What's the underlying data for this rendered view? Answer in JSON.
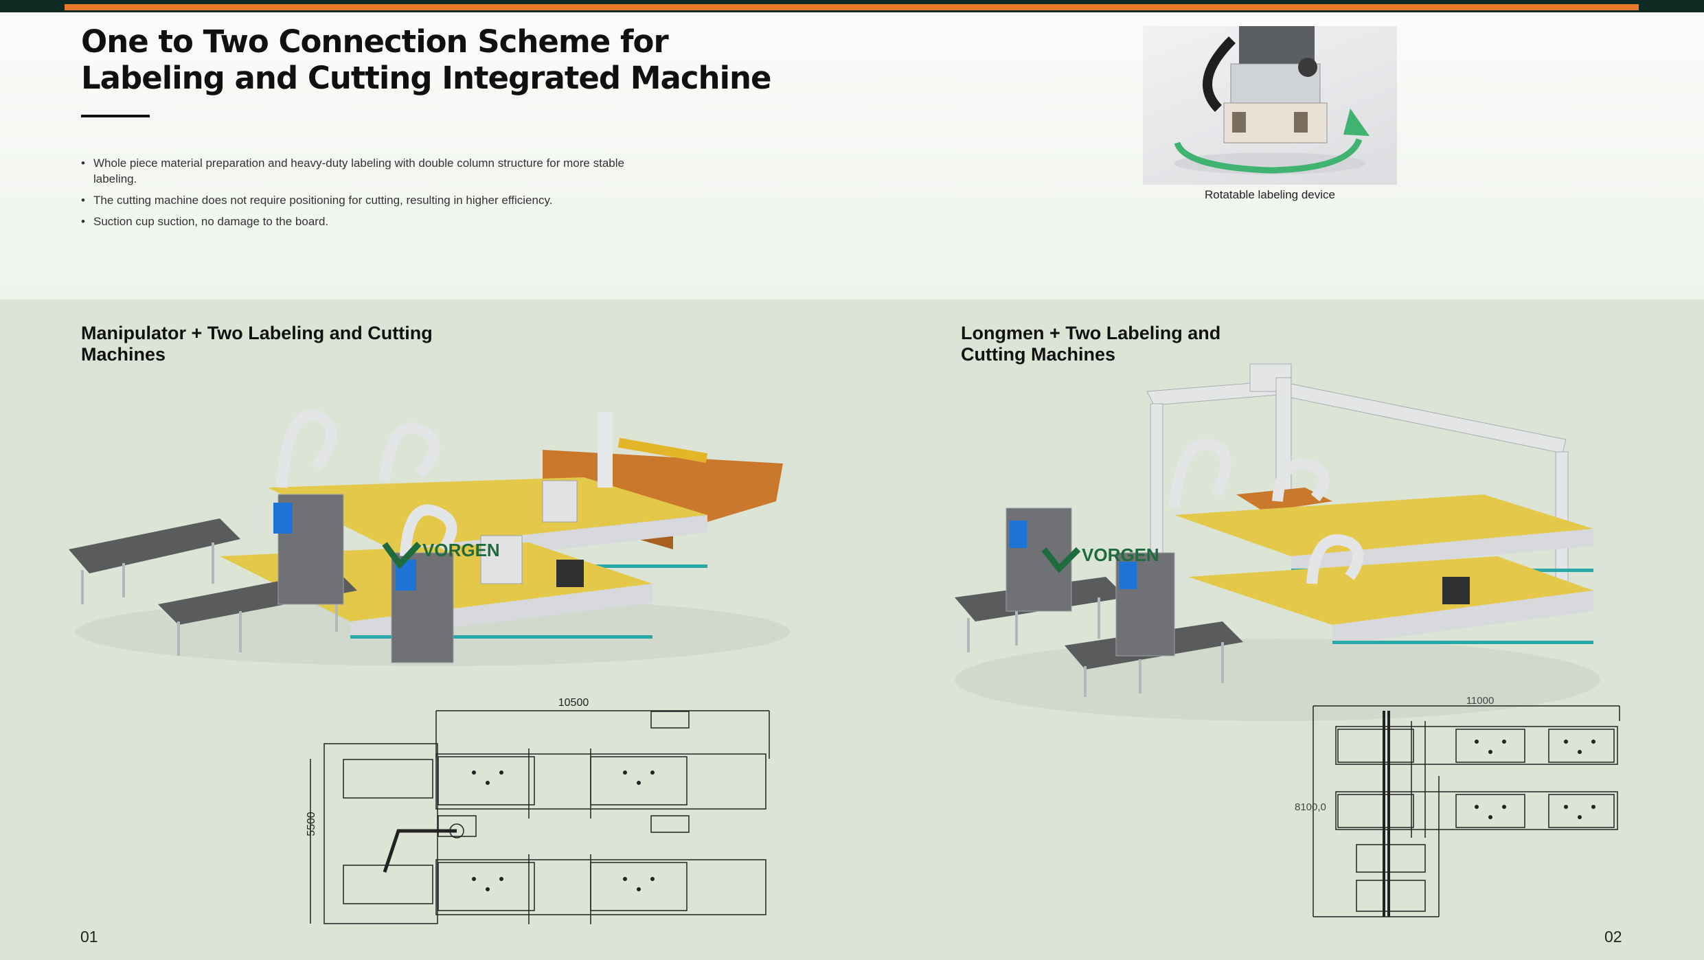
{
  "header": {
    "title": "One to Two Connection Scheme for Labeling and Cutting Integrated Machine"
  },
  "features": [
    "Whole piece material preparation and heavy-duty labeling with double column structure for more stable labeling.",
    "The cutting machine does not require positioning for cutting, resulting in higher efficiency.",
    "Suction cup suction, no damage to the board."
  ],
  "device_photo": {
    "caption": "Rotatable labeling device"
  },
  "sections": [
    {
      "title": "Manipulator + Two Labeling and Cutting Machines",
      "brand": "VORGEN",
      "dimension_width": "10500",
      "dimension_height": "5500",
      "page": "01"
    },
    {
      "title": "Longmen + Two Labeling and Cutting Machines",
      "brand": "VORGEN",
      "dimension_width": "11000",
      "dimension_height": "8100,0",
      "page": "02"
    }
  ],
  "colors": {
    "accent_orange": "#e8792a",
    "top_band": "#0f2a22",
    "lower_background": "#dce4d6",
    "table_yellow": "#e3c84a",
    "stripe_teal": "#2aa7a7",
    "brand_green": "#1e6b3e",
    "material_orange": "#c9782c",
    "arrow_green": "#3fb36f"
  }
}
